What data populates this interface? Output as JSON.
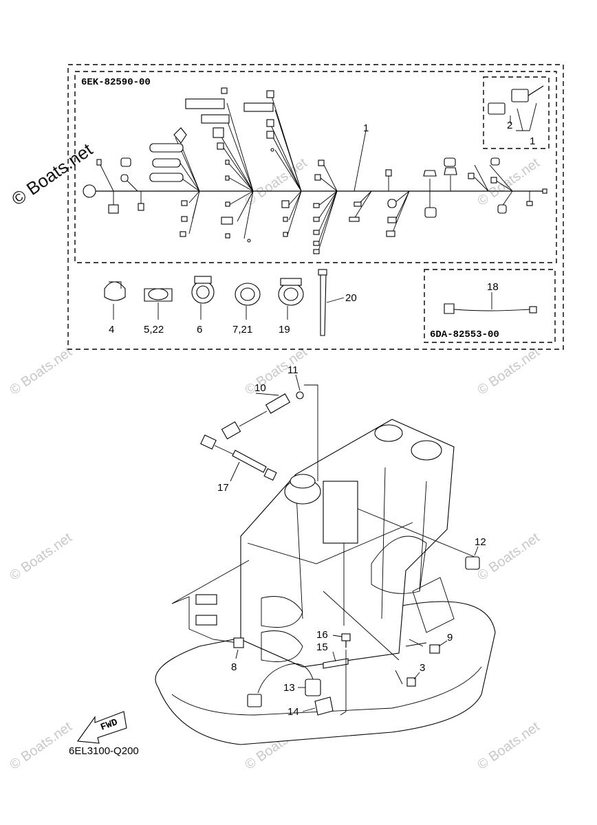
{
  "harness_kit": {
    "code": "6EK-82590-00"
  },
  "sub_kit": {
    "code": "6DA-82553-00"
  },
  "callouts": {
    "p1": "1",
    "p2": "2",
    "p3": "3",
    "p4": "4",
    "p5_22": "5,22",
    "p6": "6",
    "p7_21": "7,21",
    "p8": "8",
    "p9": "9",
    "p10": "10",
    "p11": "11",
    "p12": "12",
    "p13": "13",
    "p14": "14",
    "p15": "15",
    "p16": "16",
    "p17": "17",
    "p18": "18",
    "p19": "19",
    "p20": "20",
    "p2_inset": "2",
    "p1_inset": "1"
  },
  "fwd_arrow": {
    "label": "FWD"
  },
  "diagram_id": "6EL3100-Q200",
  "watermark": {
    "text": "© Boats.net"
  }
}
